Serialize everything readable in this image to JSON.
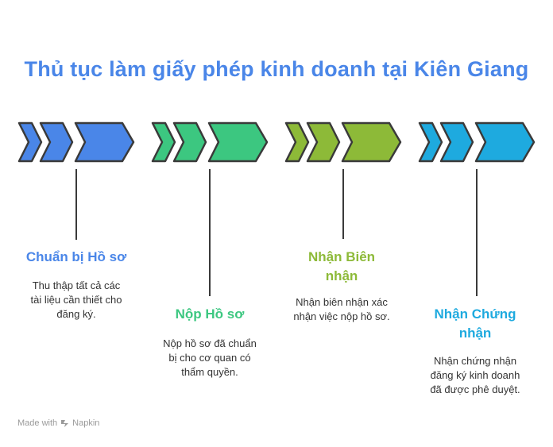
{
  "title": "Thủ tục làm giấy phép kinh doanh tại Kiên Giang",
  "colors": {
    "title": "#4a86e8",
    "outline": "#3a3a3a",
    "connector": "#3a3a3a",
    "description": "#333333",
    "footer": "#9a9a9a"
  },
  "steps": [
    {
      "title": "Chuẩn bị Hồ sơ",
      "desc_lines": [
        "Thu thập tất cả các",
        "tài liệu cần thiết cho",
        "đăng ký."
      ],
      "color": "#4a86e8",
      "icon": "triple-chevron-arrow-icon"
    },
    {
      "title": "Nộp Hồ sơ",
      "desc_lines": [
        "Nộp hồ sơ đã chuẩn",
        "bị cho cơ quan có",
        "thẩm quyền."
      ],
      "color": "#3cc780",
      "icon": "triple-chevron-arrow-icon"
    },
    {
      "title_lines": [
        "Nhận Biên",
        "nhận"
      ],
      "desc_lines": [
        "Nhận biên nhận xác",
        "nhận việc nộp hồ sơ."
      ],
      "color": "#8dba38",
      "icon": "triple-chevron-arrow-icon"
    },
    {
      "title_lines": [
        "Nhận Chứng",
        "nhận"
      ],
      "desc_lines": [
        "Nhận chứng nhận",
        "đăng ký kinh doanh",
        "đã được phê duyệt."
      ],
      "color": "#1eaadf",
      "icon": "triple-chevron-arrow-icon"
    }
  ],
  "footer": {
    "made_with": "Made with",
    "brand": "Napkin",
    "icon": "napkin-logo-icon"
  }
}
